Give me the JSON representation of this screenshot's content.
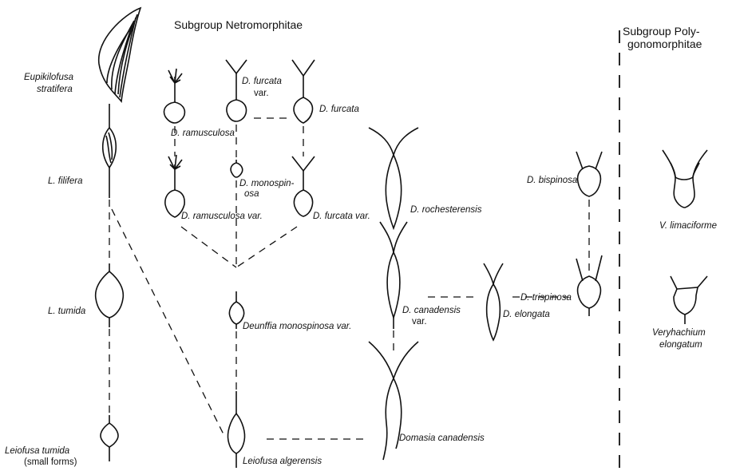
{
  "headers": {
    "netromorphitae": "Subgroup Netromorphitae",
    "poly_line1": "Subgroup Poly-",
    "poly_line2": "gonomorphitae"
  },
  "taxa": {
    "eupikilofusa_1": "Eupikilofusa",
    "eupikilofusa_2": "stratifera",
    "l_filifera": "L. filifera",
    "l_tumida": "L. tumida",
    "leiofusa_tumida_1": "Leiofusa tumida",
    "leiofusa_tumida_2": "(small forms)",
    "d_ramusculosa": "D. ramusculosa",
    "d_ramusculosa_var": "D. ramusculosa var.",
    "d_furcata_var_top_1": "D. furcata",
    "d_furcata_var_top_2": "var.",
    "d_furcata": "D. furcata",
    "d_monospinosa_1": "D. monospin-",
    "d_monospinosa_2": "osa",
    "d_furcata_var": "D. furcata var.",
    "deunffia": "Deunffia monospinosa var.",
    "leiofusa_algerensis": "Leiofusa algerensis",
    "d_rochesterensis": "D. rochesterensis",
    "d_canadensis_1": "D. canadensis",
    "d_canadensis_2": "var.",
    "domasia_canadensis": "Domasia canadensis",
    "d_elongata": "D. elongata",
    "d_bispinosa": "D. bispinosa",
    "d_trispinosa": "D. trispinosa",
    "v_limaciforme": "V. limaciforme",
    "veryhachium_1": "Veryhachium",
    "veryhachium_2": "elongatum"
  }
}
